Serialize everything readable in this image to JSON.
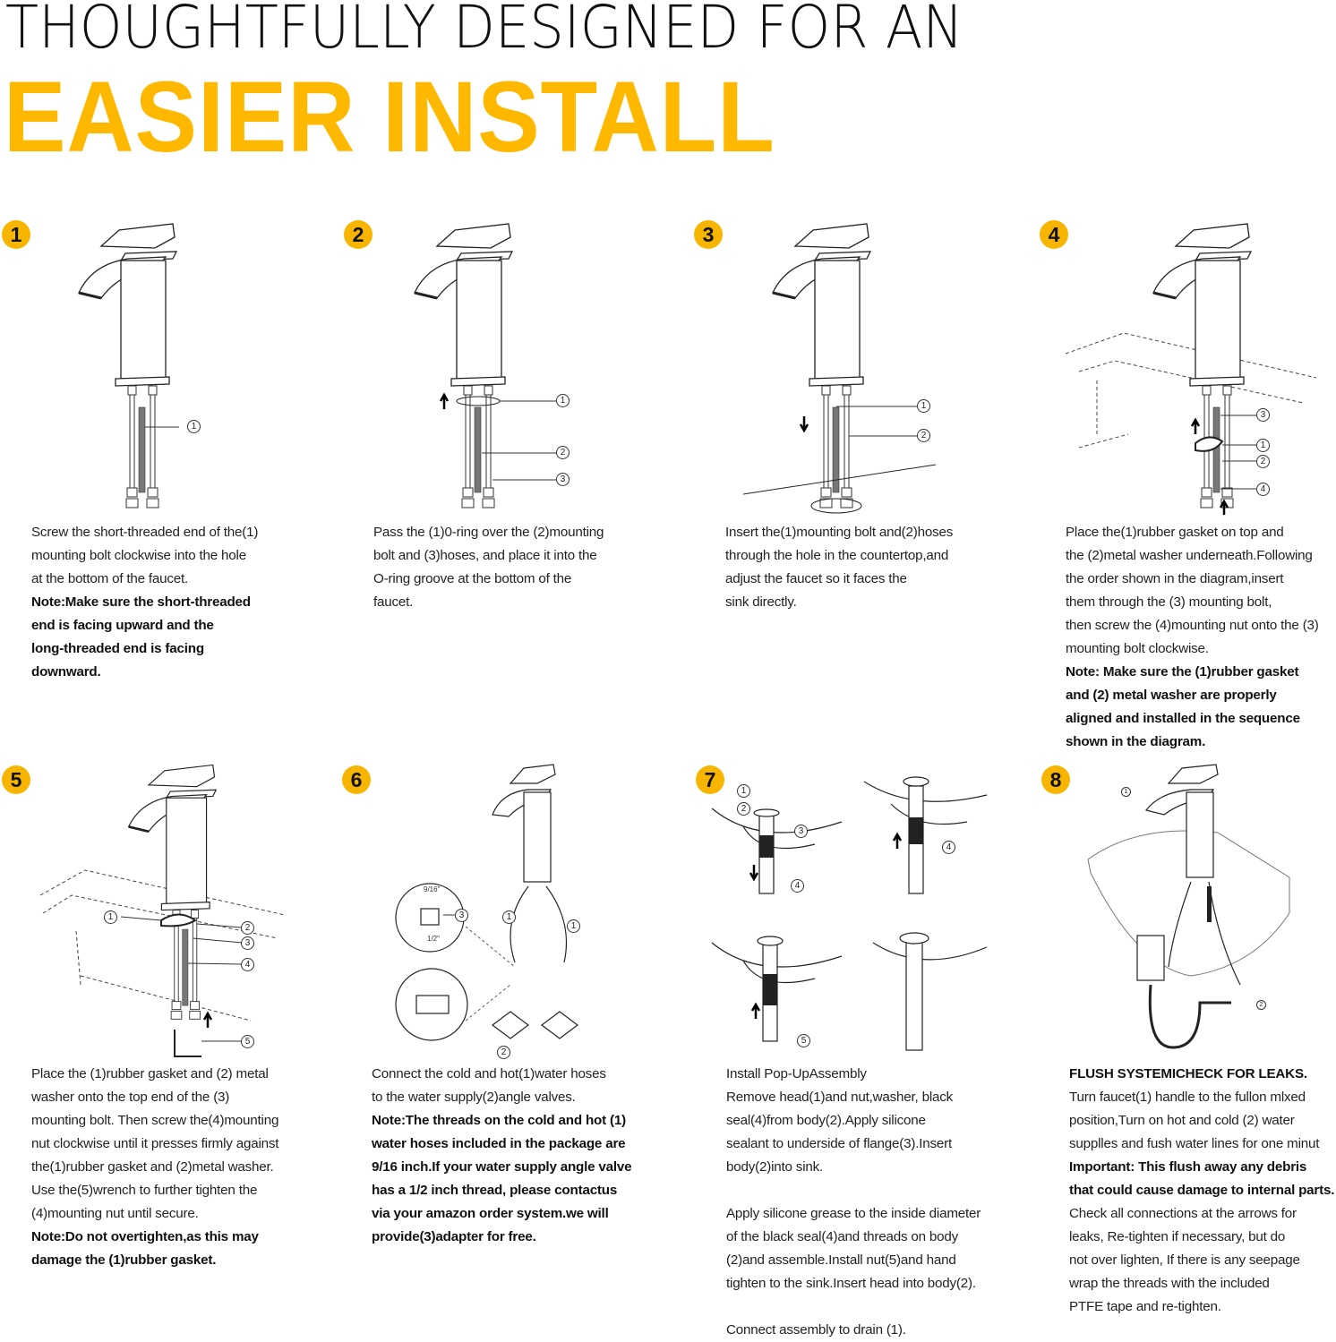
{
  "header": {
    "line1": "THOUGHTFULLY DESIGNED FOR AN",
    "line2": "EASIER INSTALL"
  },
  "colors": {
    "accent": "#FFB800",
    "badge": "#F7B500"
  },
  "steps": [
    {
      "number": "1",
      "callouts": [
        "1"
      ],
      "text": [
        "Screw the short-threaded end of the(1)",
        "mounting bolt clockwise into the hole",
        "at the bottom of the faucet."
      ],
      "note": [
        "Note:Make sure the short-threaded",
        "end is facing upward and the",
        "long-threaded end is facing",
        "downward."
      ]
    },
    {
      "number": "2",
      "callouts": [
        "1",
        "2",
        "3"
      ],
      "text": [
        "Pass the (1)0-ring over the (2)mounting",
        "bolt and (3)hoses, and place it into the",
        "O-ring groove at the bottom of the",
        "faucet."
      ]
    },
    {
      "number": "3",
      "callouts": [
        "1",
        "2"
      ],
      "text": [
        "Insert the(1)mounting bolt and(2)hoses",
        "through the hole in the countertop,and",
        "adjust the faucet so it faces the",
        "sink directly."
      ]
    },
    {
      "number": "4",
      "callouts": [
        "3",
        "1",
        "2",
        "4"
      ],
      "text": [
        "Place the(1)rubber gasket on top and",
        "the (2)metal washer underneath.Following",
        "the order shown in the diagram,insert",
        "them through the (3) mounting bolt,",
        "then screw the (4)mounting nut onto the (3)",
        "mounting bolt clockwise."
      ],
      "note": [
        "Note: Make sure the (1)rubber gasket",
        "and (2) metal washer are properly",
        "aligned and installed in the sequence",
        "shown in the diagram."
      ]
    },
    {
      "number": "5",
      "callouts": [
        "1",
        "2",
        "3",
        "4",
        "5"
      ],
      "text": [
        "Place the (1)rubber gasket and (2) metal",
        "washer onto the top end of the (3)",
        "mounting bolt. Then screw the(4)mounting",
        "nut clockwise until it presses firmly against",
        "the(1)rubber gasket and (2)metal washer.",
        "Use the(5)wrench to further tighten the",
        "(4)mounting nut until secure."
      ],
      "note": [
        "Note:Do not overtighten,as this may",
        "damage the (1)rubber gasket."
      ]
    },
    {
      "number": "6",
      "callouts": [
        "3",
        "1",
        "1",
        "2"
      ],
      "size_labels": [
        "9/16\"",
        "1/2\""
      ],
      "text": [
        "Connect the cold and hot(1)water hoses",
        "to the water supply(2)angle valves."
      ],
      "note": [
        "Note:The threads on the cold and hot (1)",
        "water hoses included in the package are",
        "9/16 inch.If your water supply angle valve",
        "has a 1/2 inch thread, please contactus",
        "via your amazon order system.we will",
        "provide(3)adapter for free."
      ]
    },
    {
      "number": "7",
      "callouts": [
        "1",
        "2",
        "3",
        "4",
        "4",
        "5"
      ],
      "text": [
        "Install Pop-UpAssembly",
        "Remove head(1)and nut,washer, black",
        "seal(4)from body(2).Apply silicone",
        "sealant to underside of flange(3).Insert",
        "body(2)into sink."
      ],
      "text2": [
        "Apply silicone grease to the inside diameter",
        "of the black seal(4)and threads on body",
        "(2)and assemble.Install nut(5)and hand",
        "tighten to the sink.Insert head into body(2)."
      ],
      "text3": [
        "Connect assembly to drain (1)."
      ]
    },
    {
      "number": "8",
      "callouts": [
        "1",
        "2"
      ],
      "heading": "FLUSH SYSTEMICHECK FOR LEAKS.",
      "text": [
        "Turn faucet(1) handle to the fullon mlxed",
        "position,Turn on hot and cold (2) water",
        "supplles and fush water lines for one minut"
      ],
      "note": [
        "Important: This flush away any debris",
        "that could cause damage to internal parts."
      ],
      "text2": [
        "Check all connections at the arrows for",
        "leaks, Re-tighten if necessary, but do",
        "not over lighten, If there is any seepage",
        "wrap the threads with the included",
        "PTFE tape and re-tighten."
      ]
    }
  ]
}
